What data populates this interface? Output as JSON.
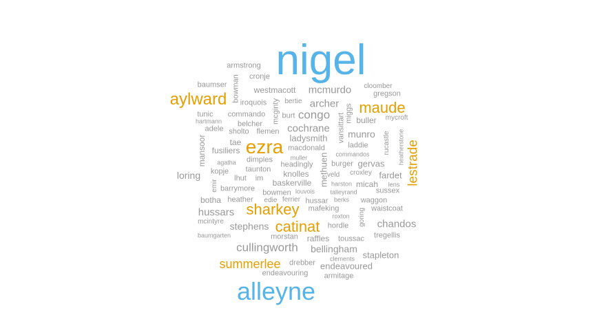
{
  "colors": {
    "tier1": "#57b4e9",
    "tier2": "#e69f00",
    "tier3": "#999999"
  },
  "words": [
    {
      "text": "nigel",
      "tier": 1
    },
    {
      "text": "alleyne",
      "tier": 1
    },
    {
      "text": "ezra",
      "tier": 2
    },
    {
      "text": "aylward",
      "tier": 2
    },
    {
      "text": "maude",
      "tier": 2
    },
    {
      "text": "sharkey",
      "tier": 2
    },
    {
      "text": "catinat",
      "tier": 2
    },
    {
      "text": "lestrade",
      "tier": 2
    },
    {
      "text": "summerlee",
      "tier": 2
    },
    {
      "text": "armstrong",
      "tier": 3
    },
    {
      "text": "cronje",
      "tier": 3
    },
    {
      "text": "baumser",
      "tier": 3
    },
    {
      "text": "bowman",
      "tier": 3
    },
    {
      "text": "westmacott",
      "tier": 3
    },
    {
      "text": "mcmurdo",
      "tier": 3
    },
    {
      "text": "cloomber",
      "tier": 3
    },
    {
      "text": "gregson",
      "tier": 3
    },
    {
      "text": "iroquois",
      "tier": 3
    },
    {
      "text": "bertie",
      "tier": 3
    },
    {
      "text": "archer",
      "tier": 3
    },
    {
      "text": "mcginty",
      "tier": 3
    },
    {
      "text": "tunic",
      "tier": 3
    },
    {
      "text": "commando",
      "tier": 3
    },
    {
      "text": "burt",
      "tier": 3
    },
    {
      "text": "congo",
      "tier": 3
    },
    {
      "text": "miggs",
      "tier": 3
    },
    {
      "text": "hartmann",
      "tier": 3
    },
    {
      "text": "belcher",
      "tier": 3
    },
    {
      "text": "vansittart",
      "tier": 3
    },
    {
      "text": "buller",
      "tier": 3
    },
    {
      "text": "mycroft",
      "tier": 3
    },
    {
      "text": "adele",
      "tier": 3
    },
    {
      "text": "sholto",
      "tier": 3
    },
    {
      "text": "flemen",
      "tier": 3
    },
    {
      "text": "cochrane",
      "tier": 3
    },
    {
      "text": "munro",
      "tier": 3
    },
    {
      "text": "ladysmith",
      "tier": 3
    },
    {
      "text": "mansoor",
      "tier": 3
    },
    {
      "text": "tae",
      "tier": 3
    },
    {
      "text": "laddie",
      "tier": 3
    },
    {
      "text": "rucastle",
      "tier": 3
    },
    {
      "text": "heatherstone",
      "tier": 3
    },
    {
      "text": "fusiliers",
      "tier": 3
    },
    {
      "text": "macdonald",
      "tier": 3
    },
    {
      "text": "methuen",
      "tier": 3
    },
    {
      "text": "commandos",
      "tier": 3
    },
    {
      "text": "muller",
      "tier": 3
    },
    {
      "text": "agatha",
      "tier": 3
    },
    {
      "text": "dimples",
      "tier": 3
    },
    {
      "text": "headingly",
      "tier": 3
    },
    {
      "text": "burger",
      "tier": 3
    },
    {
      "text": "gervas",
      "tier": 3
    },
    {
      "text": "kopje",
      "tier": 3
    },
    {
      "text": "taunton",
      "tier": 3
    },
    {
      "text": "croxley",
      "tier": 3
    },
    {
      "text": "loring",
      "tier": 3
    },
    {
      "text": "lhut",
      "tier": 3
    },
    {
      "text": " im",
      "tier": 3
    },
    {
      "text": "knolles",
      "tier": 3
    },
    {
      "text": "veld",
      "tier": 3
    },
    {
      "text": "fardet",
      "tier": 3
    },
    {
      "text": "emir",
      "tier": 3
    },
    {
      "text": "baskerville",
      "tier": 3
    },
    {
      "text": "harston",
      "tier": 3
    },
    {
      "text": "micah",
      "tier": 3
    },
    {
      "text": "lens",
      "tier": 3
    },
    {
      "text": "barrymore",
      "tier": 3
    },
    {
      "text": "bowmen",
      "tier": 3
    },
    {
      "text": "louvois",
      "tier": 3
    },
    {
      "text": "talleyrand",
      "tier": 3
    },
    {
      "text": "sussex",
      "tier": 3
    },
    {
      "text": "botha",
      "tier": 3
    },
    {
      "text": "heather",
      "tier": 3
    },
    {
      "text": "edie",
      "tier": 3
    },
    {
      "text": "ferrier",
      "tier": 3
    },
    {
      "text": "hussar",
      "tier": 3
    },
    {
      "text": "berks",
      "tier": 3
    },
    {
      "text": "waggon",
      "tier": 3
    },
    {
      "text": "hussars",
      "tier": 3
    },
    {
      "text": "mafeking",
      "tier": 3
    },
    {
      "text": "waistcoat",
      "tier": 3
    },
    {
      "text": "roxton",
      "tier": 3
    },
    {
      "text": "mcintyre",
      "tier": 3
    },
    {
      "text": "goring",
      "tier": 3
    },
    {
      "text": "stephens",
      "tier": 3
    },
    {
      "text": "hordle",
      "tier": 3
    },
    {
      "text": "chandos",
      "tier": 3
    },
    {
      "text": "baumgarten",
      "tier": 3
    },
    {
      "text": "morstan",
      "tier": 3
    },
    {
      "text": "raffles",
      "tier": 3
    },
    {
      "text": "toussac",
      "tier": 3
    },
    {
      "text": "tregellis",
      "tier": 3
    },
    {
      "text": "cullingworth",
      "tier": 3
    },
    {
      "text": "bellingham",
      "tier": 3
    },
    {
      "text": "stapleton",
      "tier": 3
    },
    {
      "text": "clements",
      "tier": 3
    },
    {
      "text": "drebber",
      "tier": 3
    },
    {
      "text": "endeavoured",
      "tier": 3
    },
    {
      "text": "endeavouring",
      "tier": 3
    },
    {
      "text": "armitage",
      "tier": 3
    }
  ]
}
